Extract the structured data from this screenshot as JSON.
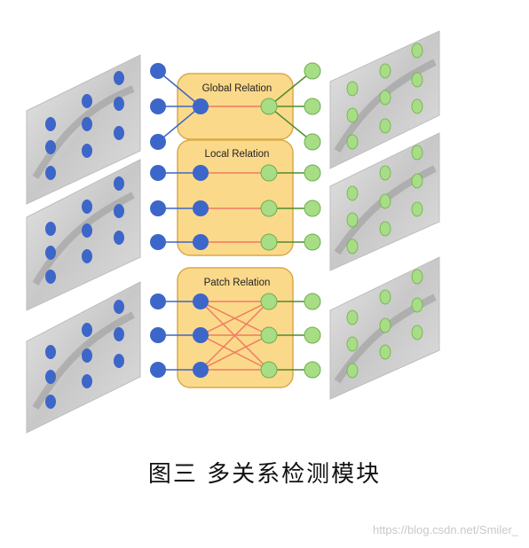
{
  "diagram": {
    "relations": [
      {
        "title": "Global Relation"
      },
      {
        "title": "Local Relation"
      },
      {
        "title": "Patch Relation"
      }
    ],
    "colors": {
      "blue_node": "#3d66c9",
      "green_node": "#a6dd85",
      "box_fill": "#fbd98a",
      "box_stroke": "#d9a94a",
      "red_edge": "#f07a62",
      "blue_edge": "#3d66c9",
      "green_edge": "#4d8d2c",
      "panel_gray": "#cfcfcf"
    }
  },
  "caption": "图三  多关系检测模块",
  "watermark": "https://blog.csdn.net/Smiler_"
}
